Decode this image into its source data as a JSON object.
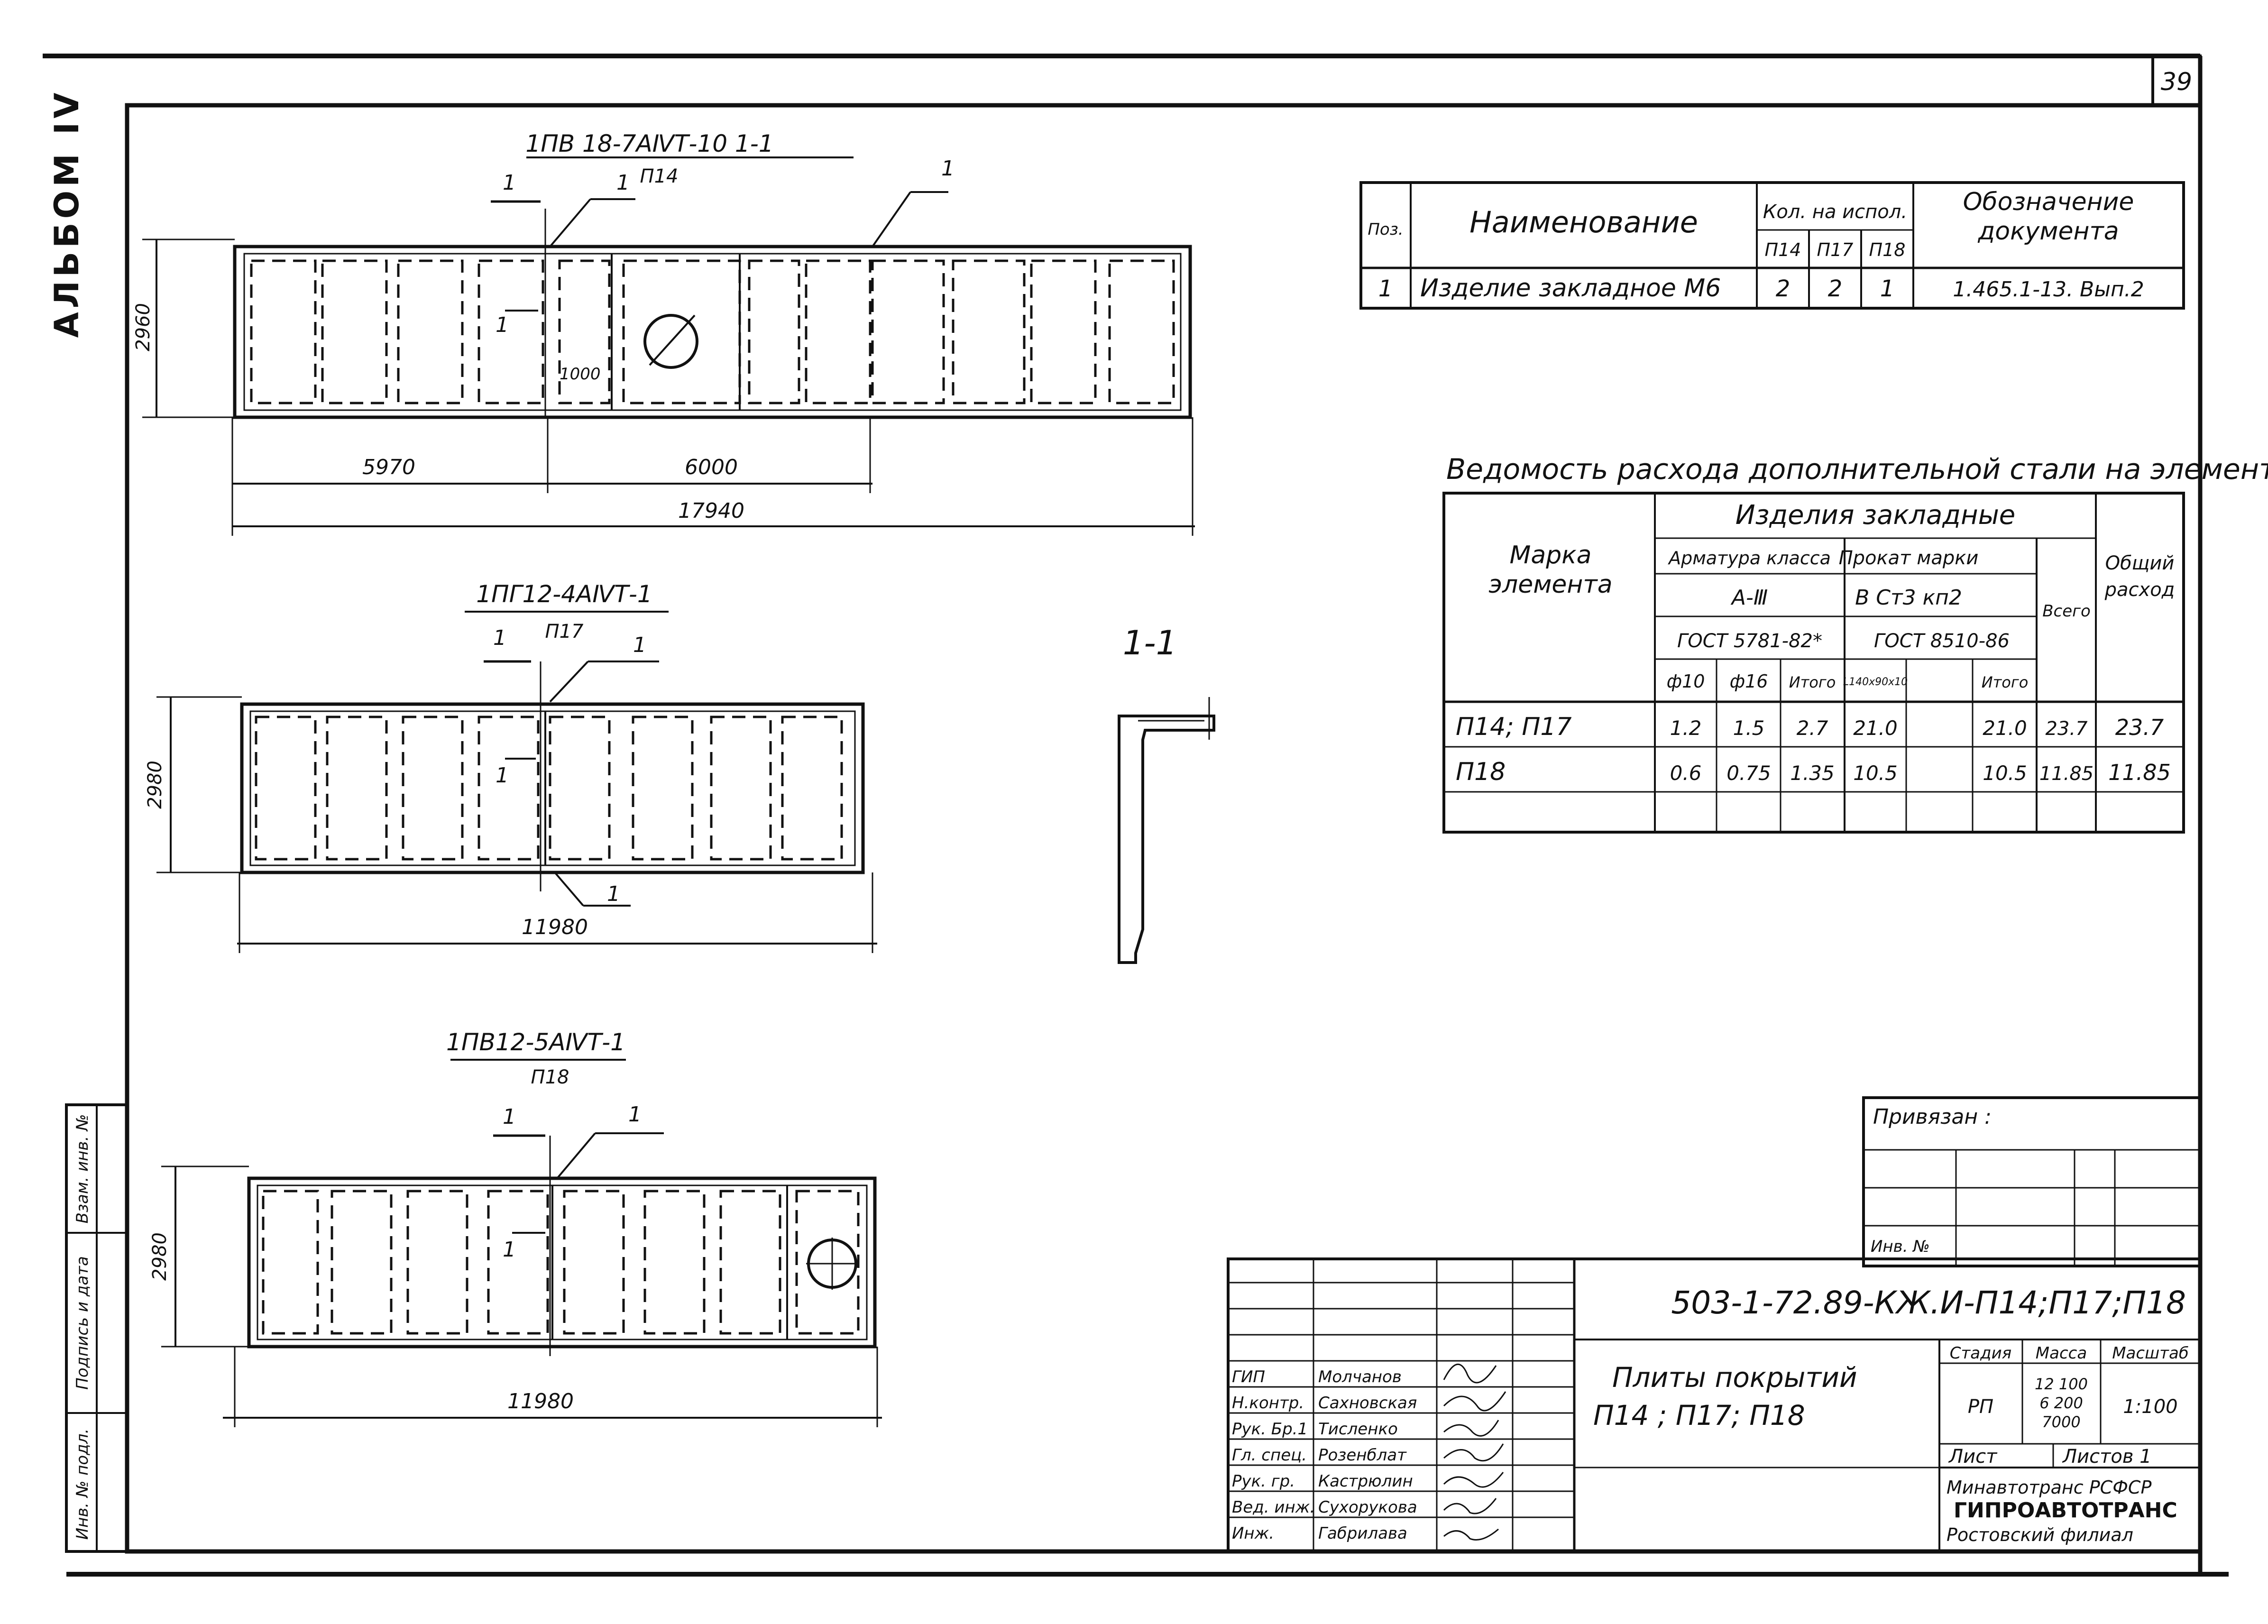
{
  "sheet": {
    "number": "39",
    "album": "АЛЬБОМ IV"
  },
  "drawings": [
    {
      "mark": "1ПВ 18-7АⅣТ-10 1-1",
      "sub": "П14",
      "section_marks": [
        "1",
        "1",
        "1",
        "1"
      ],
      "height_dim": "2960",
      "opening_dim": "1000",
      "dims": [
        "5970",
        "6000"
      ],
      "total_dim": "17940"
    },
    {
      "mark": "1ПГ12-4АⅣТ-1",
      "sub": "П17",
      "section_marks": [
        "1",
        "1",
        "1",
        "1"
      ],
      "height_dim": "2980",
      "total_dim": "11980"
    },
    {
      "mark": "1ПВ12-5АⅣТ-1",
      "sub": "П18",
      "section_marks": [
        "1",
        "1",
        "1"
      ],
      "height_dim": "2980",
      "total_dim": "11980"
    }
  ],
  "section_title": "1-1",
  "parts_table": {
    "headers": {
      "pos": "Поз.",
      "name": "Наименование",
      "qty": "Кол. на испол.",
      "qty_cols": [
        "П14",
        "П17",
        "П18"
      ],
      "doc": "Обозначение документа"
    },
    "rows": [
      {
        "pos": "1",
        "name": "Изделие закладное М6",
        "q1": "2",
        "q2": "2",
        "q3": "1",
        "doc": "1.465.1-13. Вып.2"
      }
    ]
  },
  "steel_table": {
    "title": "Ведомость расхода дополнительной стали на элемент, кг",
    "headers": {
      "mark": "Марка элемента",
      "group": "Изделия закладные",
      "rebar": "Арматура класса",
      "rebar_class": "А-Ⅲ",
      "rebar_gost": "ГОСТ 5781-82*",
      "rolled": "Прокат марки",
      "rolled_grade": "В Ст3 кп2",
      "rolled_gost": "ГОСТ 8510-86",
      "total": "Всего",
      "overall": "Общий расход",
      "sub": [
        "ф10",
        "ф16",
        "Итого",
        "L140х90х10",
        "",
        "Итого"
      ]
    },
    "rows": [
      {
        "mark": "П14; П17",
        "a": "1.2",
        "b": "1.5",
        "c": "2.7",
        "d": "21.0",
        "e": "",
        "f": "21.0",
        "g": "23.7",
        "h": "23.7"
      },
      {
        "mark": "П18",
        "a": "0.6",
        "b": "0.75",
        "c": "1.35",
        "d": "10.5",
        "e": "",
        "f": "10.5",
        "g": "11.85",
        "h": "11.85"
      }
    ]
  },
  "binding": {
    "label": "Привязан :",
    "inv": "Инв. №"
  },
  "left_strip": [
    "Инв. № подл.",
    "Подпись и дата",
    "Взам. инв. №"
  ],
  "title_block": {
    "code": "503-1-72.89-КЖ.И-П14;П17;П18",
    "title_line1": "Плиты покрытий",
    "title_line2": "П14 ; П17; П18",
    "stage_h": "Стадия",
    "mass_h": "Масса",
    "scale_h": "Масштаб",
    "stage": "РП",
    "mass": [
      "12 100",
      "6 200",
      "7000"
    ],
    "scale": "1:100",
    "sheet_h": "Лист",
    "sheets_h": "Листов 1",
    "org1": "Минавтотранс РСФСР",
    "org2": "ГИПРОАВТОТРАНС",
    "org3": "Ростовский филиал",
    "staff": [
      {
        "role": "ГИП",
        "name": "Молчанов"
      },
      {
        "role": "Н.контр.",
        "name": "Сахновская"
      },
      {
        "role": "Рук. Бр.1",
        "name": "Тисленко"
      },
      {
        "role": "Гл. спец.",
        "name": "Розенблат"
      },
      {
        "role": "Рук. гр.",
        "name": "Кастрюлин"
      },
      {
        "role": "Вед. инж.",
        "name": "Сухорукова"
      },
      {
        "role": "Инж.",
        "name": "Габрилава"
      }
    ]
  }
}
